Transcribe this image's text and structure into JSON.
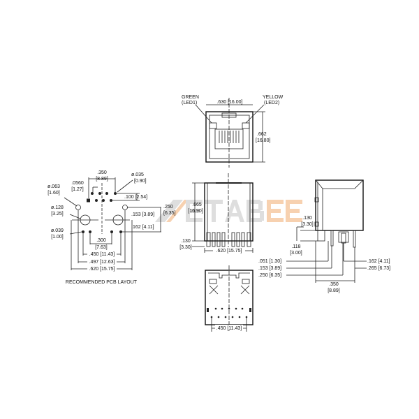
{
  "logo": {
    "text": "METABEE",
    "colors": {
      "gray": "#d9d9d9",
      "orange": "#f6c9a3"
    }
  },
  "front_view": {
    "green_label": "GREEN",
    "green_sub": "(LED1)",
    "yellow_label": "YELLOW",
    "yellow_sub": "(LED2)",
    "width": ".630 [16.00]",
    "height_in": ".662",
    "height_mm": "[16.80]"
  },
  "side_view": {
    "height_in": ".665",
    "height_mm": "[16.90]",
    "pin_in": ".130",
    "pin_mm": "[3.30]",
    "width": ".620 [15.75]"
  },
  "bottom_view": {
    "width": ".450 [11.43]"
  },
  "right_view": {
    "top_in": ".130",
    "top_mm": "[3.30]",
    "standoff_in": ".118",
    "standoff_mm": "[3.00]",
    "d1": ".051 [1.30]",
    "d2": ".153 [3.89]",
    "d3": ".250 [6.35]",
    "d4": ".162 [4.11]",
    "d5": ".265 [6.73]",
    "span_in": ".350",
    "span_mm": "[8.89]"
  },
  "pcb_layout": {
    "title": "RECOMMENDED PCB LAYOUT",
    "pitch_in": ".350",
    "pitch_mm": "[8.89]",
    "offset_in": ".0560",
    "offset_mm": "[1.27]",
    "pin_dia_in": "ø.035",
    "pin_dia_mm": "[0.90]",
    "small_hole_in": "ø.063",
    "small_hole_mm": "[1.60]",
    "row_pitch": ".100 [2.54]",
    "big_hole_in": "ø.128",
    "big_hole_mm": "[3.25]",
    "dim_153": ".153 [3.89]",
    "dim_250_in": ".250",
    "dim_250_mm": "[6.35]",
    "dim_162": ".162 [4.11]",
    "led_dia_in": "ø.039",
    "led_dia_mm": "[1.00]",
    "led_pitch_in": ".300",
    "led_pitch_mm": "[7.63]",
    "w1": ".450 [11.43]",
    "w2": ".497 [12.63]",
    "w3": ".620 [15.75]"
  }
}
